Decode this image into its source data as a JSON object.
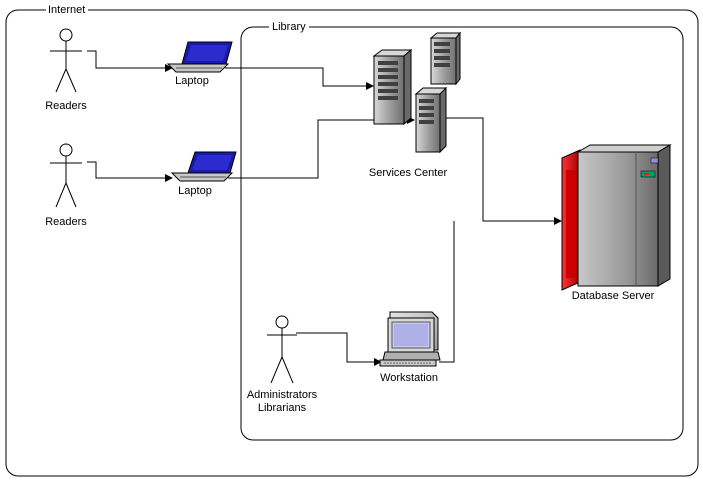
{
  "zones": {
    "outer_label": "Internet",
    "inner_label": "Library"
  },
  "actors": {
    "readers_top": "Readers",
    "readers_bottom": "Readers",
    "admin_line1": "Administrators",
    "admin_line2": "Librarians"
  },
  "devices": {
    "laptop_top": "Laptop",
    "laptop_bottom": "Laptop",
    "services_center": "Services Center",
    "database_server": "Database Server",
    "workstation": "Workstation"
  },
  "colors": {
    "database_accent": "#cc0000",
    "server_body": "#a8a8a8",
    "laptop_screen": "#1a1aa8",
    "monitor_screen": "#c8c8f0"
  }
}
